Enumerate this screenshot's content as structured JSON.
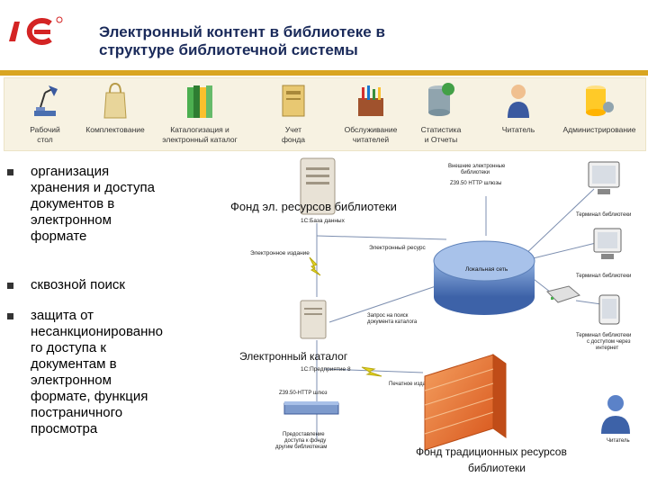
{
  "header": {
    "logo_text": "1С",
    "title_line1": "Электронный контент в библиотеке в",
    "title_line2": "структуре библиотечной системы"
  },
  "toolbar": {
    "items": [
      {
        "line1": "Рабочий",
        "line2": "стол",
        "icon": "desk-lamp-icon"
      },
      {
        "line1": "Комплектование",
        "line2": "",
        "icon": "shopping-bag-icon"
      },
      {
        "line1": "Каталогизация и",
        "line2": "электронный каталог",
        "icon": "binders-icon"
      },
      {
        "line1": "Учет",
        "line2": "фонда",
        "icon": "book-icon"
      },
      {
        "line1": "Обслуживание",
        "line2": "читателей",
        "icon": "toolbox-icon"
      },
      {
        "line1": "Статистика",
        "line2": "и Отчеты",
        "icon": "database-chart-icon"
      },
      {
        "line1": "Читатель",
        "line2": "",
        "icon": "user-icon"
      },
      {
        "line1": "Администрирование",
        "line2": "",
        "icon": "database-admin-icon"
      }
    ]
  },
  "bullets": [
    {
      "lines": [
        "организация",
        "хранения и доступа",
        "документов в",
        "электронном",
        "формате"
      ]
    },
    {
      "lines": [
        "сквозной поиск"
      ]
    },
    {
      "lines": [
        "защита от",
        "несанкционированно",
        "го доступа к",
        "документам в",
        "электронном",
        "формате, функция",
        "постраничного",
        "просмотра"
      ]
    }
  ],
  "diagram": {
    "fund_el_label": "Фонд эл. ресурсов библиотеки",
    "fund_el_db": "1С:База данных",
    "ext_el_line1": "Внешние электронные",
    "ext_el_line2": "библиотеки",
    "ext_el_line3": "Z39.50 HTTP шлюзы",
    "el_publication": "Электронное издание",
    "el_resource": "Электронный ресурс",
    "local_network": "Локальная сеть",
    "terminal1": "Терминал библиотеки",
    "terminal2": "Терминал библиотеки",
    "terminal3_line1": "Терминал библиотеки",
    "terminal3_line2": "с доступом через",
    "terminal3_line3": "интернет",
    "search_query_line1": "Запрос на поиск",
    "search_query_line2": "документа каталога",
    "catalog_label": "Электронный каталог",
    "catalog_db": "1С:Предприятие 8",
    "catalog_gateway": "Z39.50-HTTP шлюз",
    "print_publication": "Печатное издание",
    "access_line1": "Предоставление",
    "access_line2": "доступа к фонду",
    "access_line3": "другим библиотекам",
    "trad_fund_line1": "Фонд традиционных ресурсов",
    "trad_fund_line2": "библиотеки",
    "reader": "Читатель"
  },
  "colors": {
    "title": "#1a2a5a",
    "accent_rule": "#d9a520",
    "toolbar_bg": "#f7f2e2",
    "network_disc": "#5b7fb8",
    "lightning": "#e8d820",
    "firewall": "#e8702a"
  }
}
